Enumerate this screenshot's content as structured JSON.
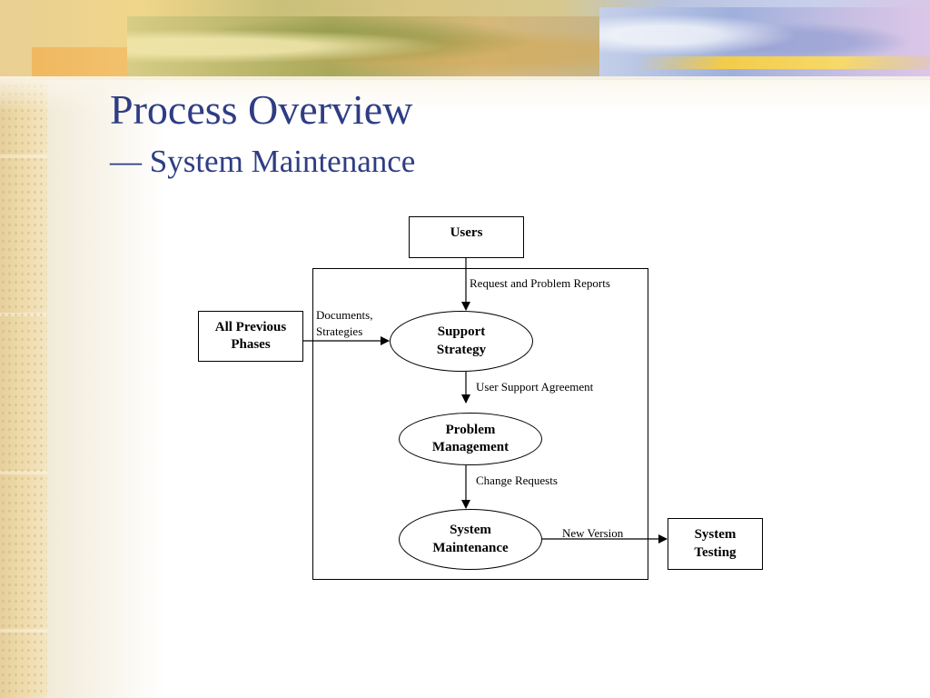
{
  "slide": {
    "title": "Process Overview",
    "subtitle": "— System Maintenance"
  },
  "diagram": {
    "nodes": {
      "users": "Users",
      "all_previous_phases": "All Previous\nPhases",
      "support_strategy": "Support\nStrategy",
      "problem_management": "Problem\nManagement",
      "system_maintenance": "System\nMaintenance",
      "system_testing": "System\nTesting"
    },
    "flows": {
      "request_reports": "Request and Problem Reports",
      "documents_strategies": "Documents,\nStrategies",
      "user_support_agreement": "User Support Agreement",
      "change_requests": "Change Requests",
      "new_version": "New Version"
    }
  }
}
